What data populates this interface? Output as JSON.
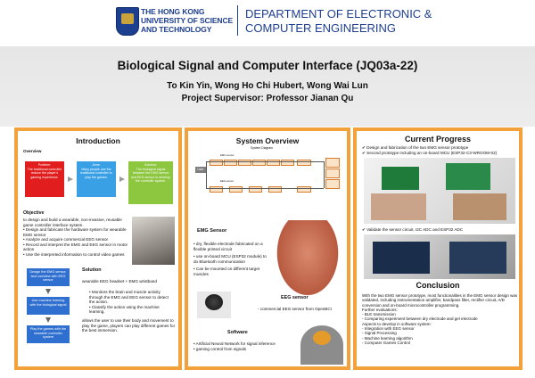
{
  "header": {
    "univ_line1": "THE HONG KONG",
    "univ_line2": "UNIVERSITY OF SCIENCE",
    "univ_line3": "AND TECHNOLOGY",
    "dept_line1": "DEPARTMENT OF ELECTRONIC &",
    "dept_line2": "COMPUTER ENGINEERING",
    "brand_color": "#1d3f8f"
  },
  "poster": {
    "title": "Biological Signal and Computer Interface  (JQ03a-22)",
    "authors": "To Kin Yin,  Wong Ho Chi Hubert, Wong Wai Lun",
    "supervisor": "Project Supervisor: Professor Jianan Qu",
    "accent_color": "#f2a13b"
  },
  "intro": {
    "heading": "Introduction",
    "overview": "Overview",
    "problem": {
      "title": "Problem:",
      "text": "The traditional controller reduce the player's gaming experience.",
      "color": "#e11d1d"
    },
    "aims": {
      "title": "Aims:",
      "text": "Many people use the traditional controller to play the games.",
      "color": "#3aa0e6"
    },
    "solution": {
      "title": "Solution:",
      "text": "The biological signal between the EMG sensor and EEG sensor to develop the controller system.",
      "color": "#8dc63f"
    },
    "objective_title": "Objective",
    "objective_intro": "to design and build a wearable, non-invasive, reusable game controller interface system.",
    "objectives": [
      "Design and fabricate the hardware system for wearable EMG sensor",
      "Analyze and acquire commercial EEG sensor",
      "Record and interpret the EMG and EEG sensor in motor action",
      "Use the interpreted information to control video games"
    ],
    "flow": [
      "Design the EMG sensor. And combine with EEG sensor",
      "Use machine learning with the biological signal",
      "Play the games with the wearable controller system"
    ],
    "solution_title": "Solution",
    "solution_sub": "wearable EEG headset + EMG wristband",
    "solution_bullets": [
      "Monitors the brain and muscle activity through the EMG and EEG sensor to detect the action.",
      "Classify the action using the machine learning."
    ],
    "solution_para": "allows the user to use their body and movement to play the game, players can  play different games for the best immersion."
  },
  "system": {
    "heading": "System Overview",
    "diagram_title": "System Diagram",
    "user": "User",
    "emg_label": "EMG sensor",
    "eeg_label": "EEG sensor",
    "emg_title": "EMG Sensor",
    "emg_bullets": [
      "dry, flexible electrode fabricated on a flexible printed circuit",
      "use on-board MCU (ESP32 module) to do Bluetooth communication",
      "Can be mounted on different target muscles"
    ],
    "eeg_title": "EEG sensor",
    "eeg_text": "- commercial EEG sensor from OpenBCI",
    "software_title": "Software",
    "software_bullets": [
      "Artificial Neural Network for signal inference",
      "gaming control from signals"
    ]
  },
  "progress": {
    "heading": "Current Progress",
    "checks": [
      "Design and fabrication of the two EMG sensor prototype",
      "Second prototype including an on-board MCU (ESP32-C3-WROOM-02)"
    ],
    "check2": "Validate the sensor circuit, I2C ADC and ESP32 ADC"
  },
  "conclusion": {
    "heading": "Conclusion",
    "para": "With the two EMG sensor prototype,  most functionalities in the EMG sensor design was validated, including instrumentation amplifier, bandpass filter, rectifier circuit, A/D conversion and on-board microcontroller programming.",
    "further_title": "Further evaluations:",
    "further": [
      "BLE transmission",
      "Comparing experiment between dry electrode and gel electrode"
    ],
    "aspects_title": "Aspects to develop in software system:",
    "aspects": [
      "Integration with EEG sensor",
      "Signal Processing",
      "Machine learning algorithm",
      "Computer Games Control"
    ]
  }
}
